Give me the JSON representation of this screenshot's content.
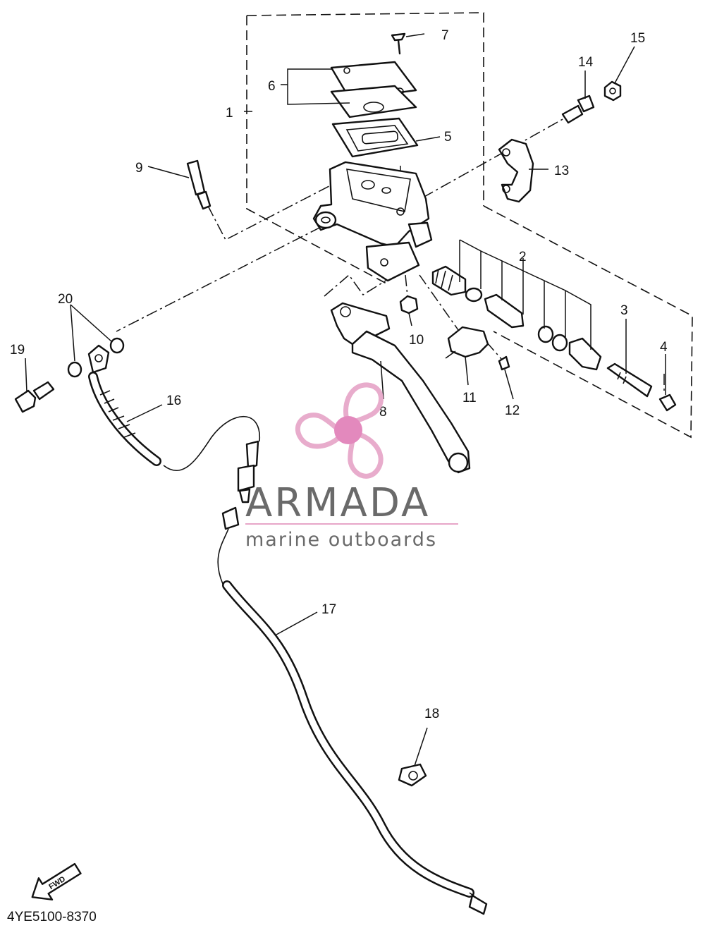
{
  "diagram": {
    "callouts": [
      {
        "id": "1",
        "label": "1"
      },
      {
        "id": "2",
        "label": "2"
      },
      {
        "id": "3",
        "label": "3"
      },
      {
        "id": "4",
        "label": "4"
      },
      {
        "id": "5",
        "label": "5"
      },
      {
        "id": "6",
        "label": "6"
      },
      {
        "id": "7",
        "label": "7"
      },
      {
        "id": "8",
        "label": "8"
      },
      {
        "id": "9",
        "label": "9"
      },
      {
        "id": "10",
        "label": "10"
      },
      {
        "id": "11",
        "label": "11"
      },
      {
        "id": "12",
        "label": "12"
      },
      {
        "id": "13",
        "label": "13"
      },
      {
        "id": "14",
        "label": "14"
      },
      {
        "id": "15",
        "label": "15"
      },
      {
        "id": "16",
        "label": "16"
      },
      {
        "id": "17",
        "label": "17"
      },
      {
        "id": "18",
        "label": "18"
      },
      {
        "id": "19",
        "label": "19"
      },
      {
        "id": "20",
        "label": "20"
      }
    ],
    "diagram_code": "4YE5100-8370",
    "fwd_arrow_label": "FWD"
  },
  "watermark": {
    "brand": "ARMADA",
    "tagline": "marine outboards",
    "logo_color": "#e7a6c8",
    "logo_center_color": "#e389bd"
  }
}
